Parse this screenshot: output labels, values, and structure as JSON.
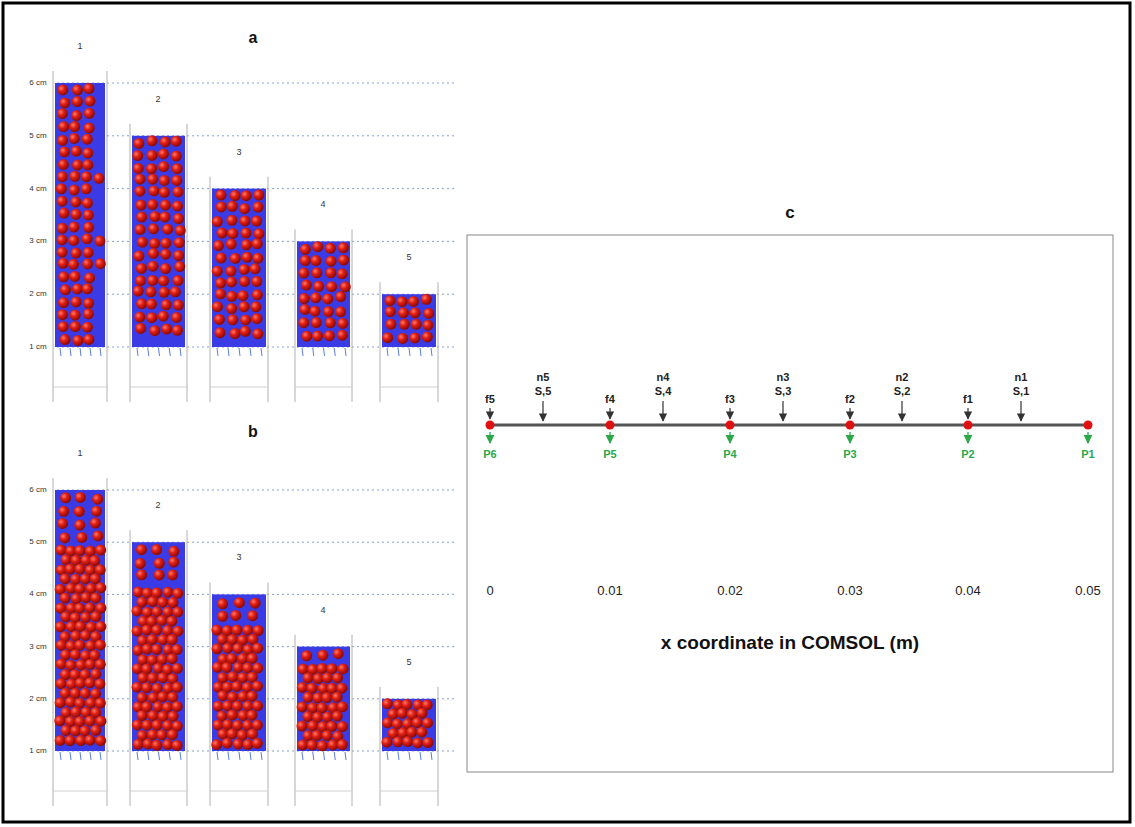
{
  "diagram": {
    "labels": [
      "a",
      "1",
      "2",
      "3",
      "4",
      "5",
      "6 cm",
      "5 cm",
      "4 cm",
      "3 cm",
      "2 cm",
      "1 cm",
      "b",
      "1",
      "2",
      "3",
      "4",
      "5",
      "6 cm",
      "5 cm",
      "4 cm",
      "3 cm",
      "2 cm",
      "1 cm",
      "c",
      "f5",
      "n5",
      "S,5",
      "f4",
      "n4",
      "S,4",
      "f3",
      "n3",
      "S,3",
      "f2",
      "n2",
      "S,2",
      "f1",
      "n1",
      "S,1",
      "P6",
      "P5",
      "P4",
      "P3",
      "P2",
      "P1",
      "0",
      "0.01",
      "0.02",
      "0.03",
      "0.04",
      "0.05",
      "x coordinate in COMSOL (m)"
    ]
  }
}
